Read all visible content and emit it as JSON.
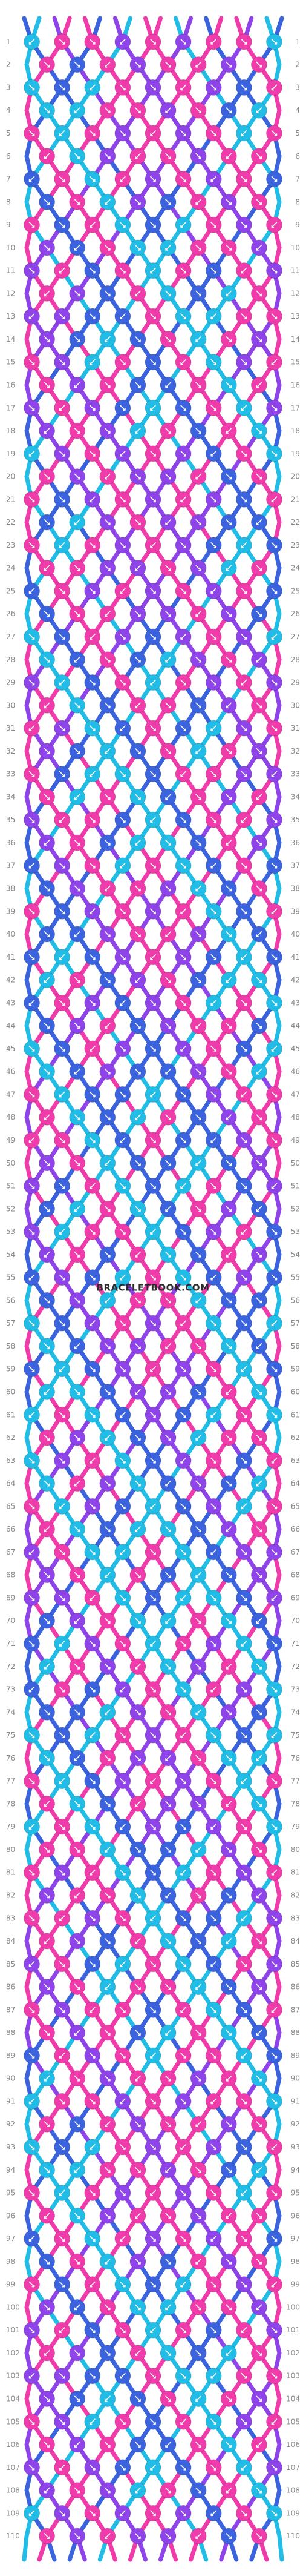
{
  "pattern": {
    "rows": 110,
    "strings": 18,
    "watermark": "BRACELETBOOK.COM",
    "colors": {
      "blue": "#3b63de",
      "cyan": "#21bde6",
      "purple": "#8e44e8",
      "pink": "#f03bab"
    },
    "string_colors": [
      "blue",
      "cyan",
      "purple",
      "pink",
      "pink",
      "blue",
      "purple",
      "cyan",
      "pink",
      "pink",
      "cyan",
      "purple",
      "blue",
      "pink",
      "pink",
      "purple",
      "cyan",
      "blue"
    ]
  }
}
